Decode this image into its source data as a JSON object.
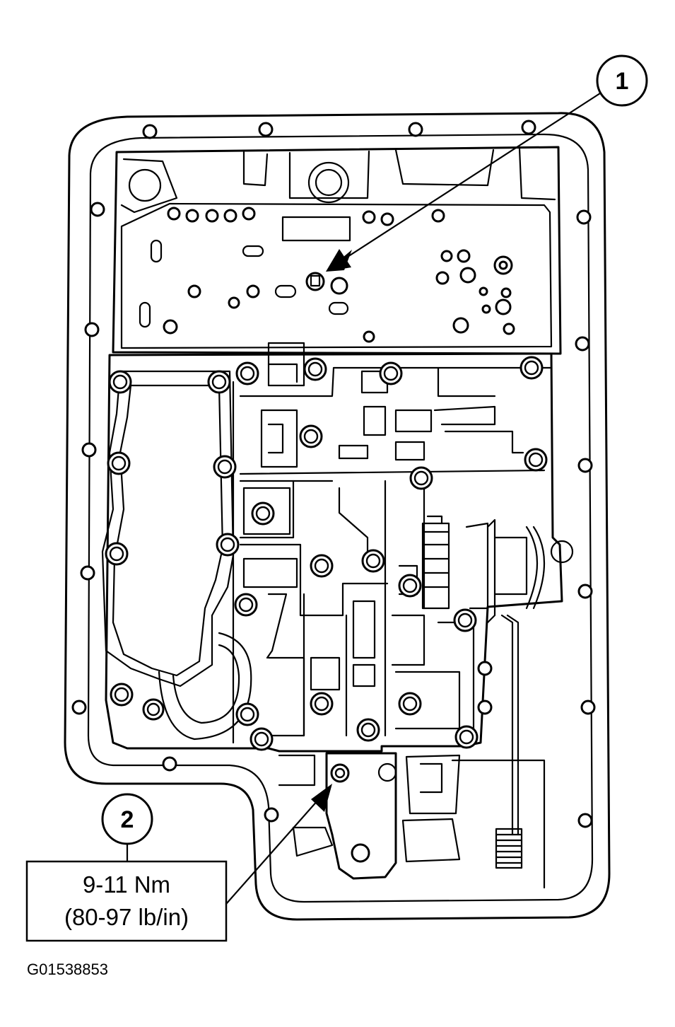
{
  "callouts": [
    {
      "number": "1"
    },
    {
      "number": "2"
    }
  ],
  "torque_spec": {
    "metric": "9-11 Nm",
    "imperial": "(80-97 lb/in)"
  },
  "figure_code": "G01538853"
}
